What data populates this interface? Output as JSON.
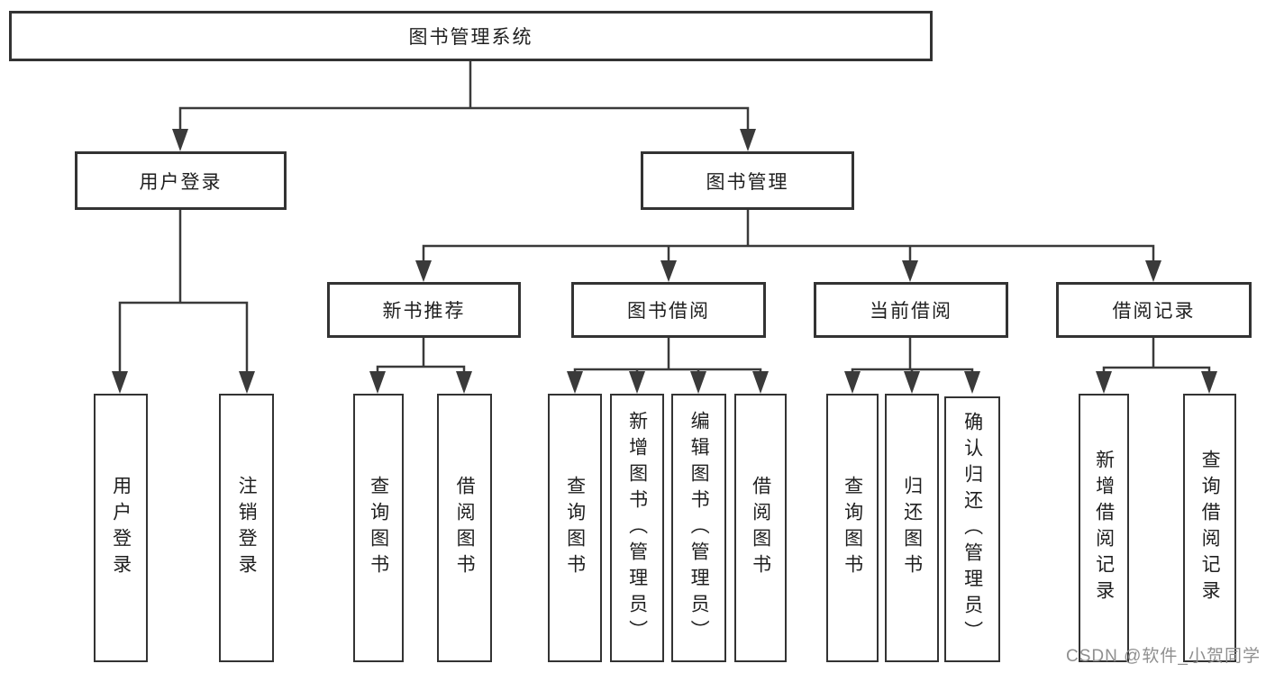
{
  "diagram": {
    "root": {
      "label": "图书管理系统"
    },
    "branches": [
      {
        "label": "用户登录",
        "children": [
          {
            "label": "用户登录"
          },
          {
            "label": "注销登录"
          }
        ]
      },
      {
        "label": "图书管理",
        "children": [
          {
            "label": "新书推荐",
            "children": [
              {
                "label": "查询图书"
              },
              {
                "label": "借阅图书"
              }
            ]
          },
          {
            "label": "图书借阅",
            "children": [
              {
                "label": "查询图书"
              },
              {
                "label": "新增图书（管理员）"
              },
              {
                "label": "编辑图书（管理员）"
              },
              {
                "label": "借阅图书"
              }
            ]
          },
          {
            "label": "当前借阅",
            "children": [
              {
                "label": "查询图书"
              },
              {
                "label": "归还图书"
              },
              {
                "label": "确认归还（管理员）"
              }
            ]
          },
          {
            "label": "借阅记录",
            "children": [
              {
                "label": "新增借阅记录"
              },
              {
                "label": "查询借阅记录"
              }
            ]
          }
        ]
      }
    ]
  },
  "watermark": {
    "text": "CSDN @软件_小贺同学"
  },
  "colors": {
    "line": "#3a3a3a",
    "box_border": "#333333",
    "text": "#1f1f1f",
    "watermark": "#8f8f8f",
    "background": "#ffffff"
  }
}
